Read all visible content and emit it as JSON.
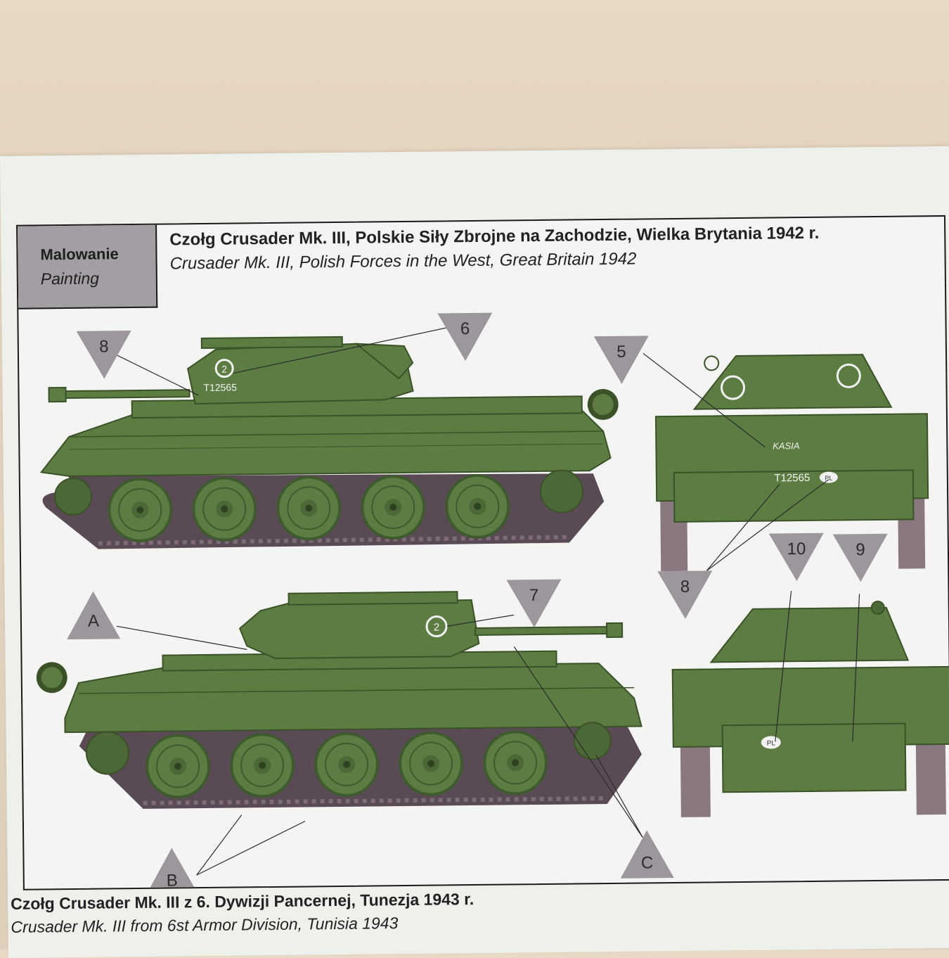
{
  "badge": {
    "line1": "Malowanie",
    "line2": "Painting"
  },
  "title": {
    "line1": "Czołg Crusader Mk. III, Polskie Siły Zbrojne na Zachodzie, Wielka Brytania 1942 r.",
    "line2": "Crusader Mk. III, Polish Forces in the West, Great Britain 1942"
  },
  "caption": {
    "line1": "Czołg Crusader Mk. III z 6. Dywizji Pancernej, Tunezja 1943 r.",
    "line2": "Crusader Mk. III from 6st Armor Division, Tunisia 1943"
  },
  "markings": {
    "serial": "T12565",
    "circle_number": "2",
    "name": "KASIA",
    "country_plate": "PL"
  },
  "callouts": {
    "c8a": "8",
    "c6": "6",
    "c5": "5",
    "c8b": "8",
    "c10": "10",
    "c9": "9",
    "cA": "A",
    "c7": "7",
    "cB": "B",
    "cC": "C"
  },
  "colors": {
    "hull_green": "#5c7c42",
    "callout_grey": "#9d969c",
    "track": "#5a4a55"
  }
}
